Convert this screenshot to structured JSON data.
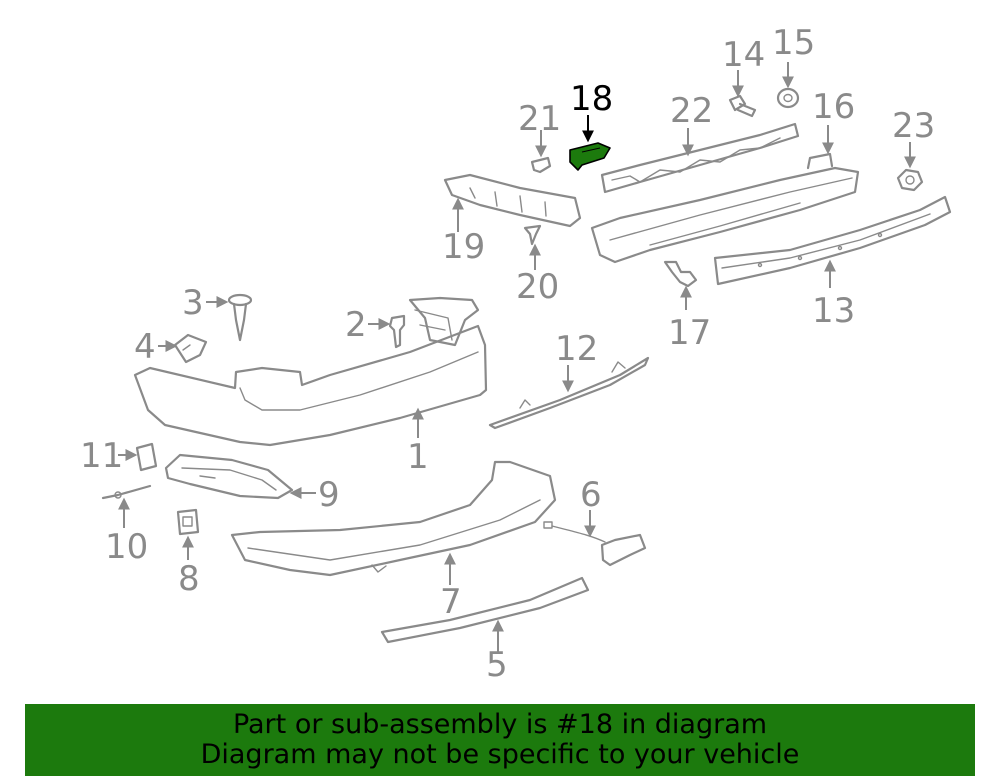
{
  "highlight": {
    "part_number": "18",
    "color": "#1c7a0d"
  },
  "callouts": [
    "1",
    "2",
    "3",
    "4",
    "5",
    "6",
    "7",
    "8",
    "9",
    "10",
    "11",
    "12",
    "13",
    "14",
    "15",
    "16",
    "17",
    "18",
    "19",
    "20",
    "21",
    "22",
    "23"
  ],
  "banner": {
    "line1": "Part or sub-assembly is #18 in diagram",
    "line2": "Diagram may not be specific to your vehicle",
    "background": "#1c7a0d"
  }
}
